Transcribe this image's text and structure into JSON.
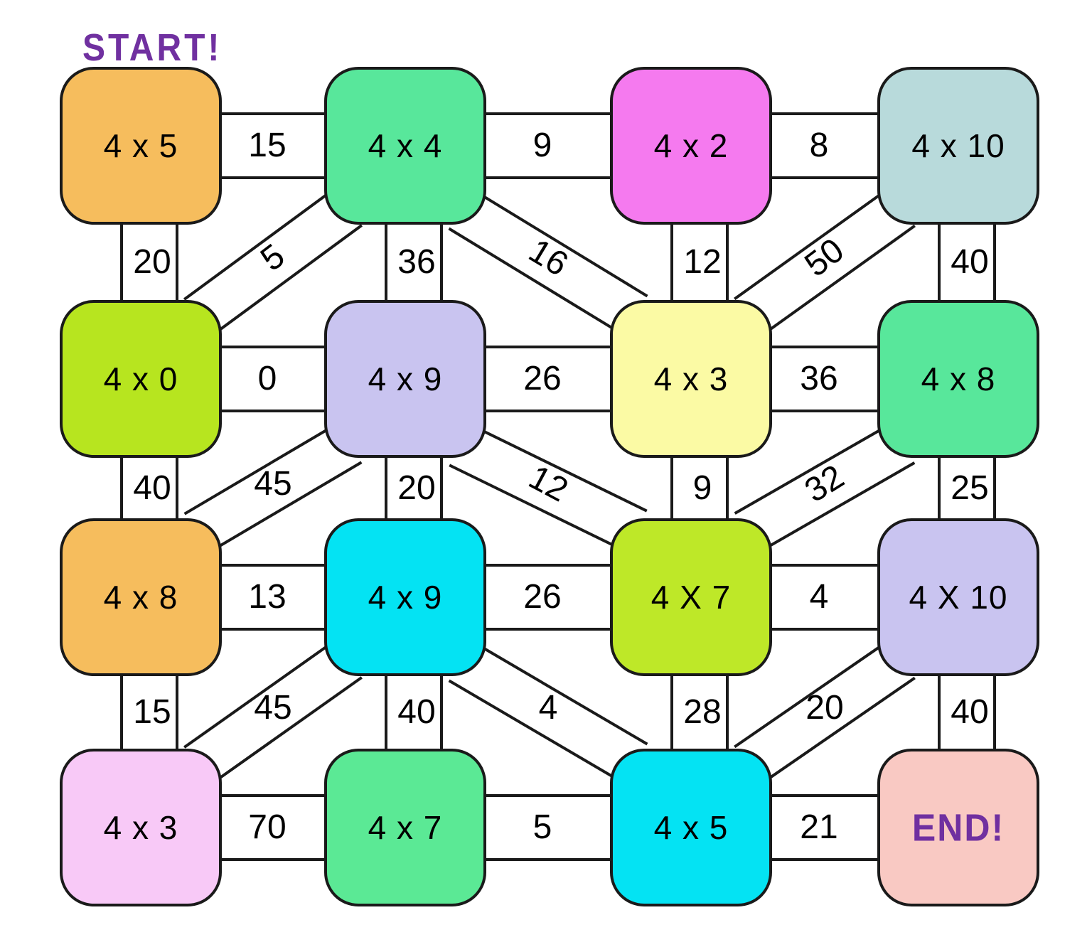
{
  "start_banner": "START!",
  "colors": {
    "line": "#1A1A1A",
    "accent_purple": "#7030A0",
    "background": "#FFFFFF"
  },
  "maze": {
    "boxes": [
      {
        "id": "r1c1",
        "row": 0,
        "col": 0,
        "label": "4 x 5",
        "color": "#F6BD5D"
      },
      {
        "id": "r1c2",
        "row": 0,
        "col": 1,
        "label": "4 x 4",
        "color": "#58E79B"
      },
      {
        "id": "r1c3",
        "row": 0,
        "col": 2,
        "label": "4 x 2",
        "color": "#F57AEF"
      },
      {
        "id": "r1c4",
        "row": 0,
        "col": 3,
        "label": "4 x 10",
        "color": "#B8DADB"
      },
      {
        "id": "r2c1",
        "row": 1,
        "col": 0,
        "label": "4 x 0",
        "color": "#B7E51F"
      },
      {
        "id": "r2c2",
        "row": 1,
        "col": 1,
        "label": "4 x 9",
        "color": "#C9C4F0"
      },
      {
        "id": "r2c3",
        "row": 1,
        "col": 2,
        "label": "4 x 3",
        "color": "#FBFAA4"
      },
      {
        "id": "r2c4",
        "row": 1,
        "col": 3,
        "label": "4 x 8",
        "color": "#58E79B"
      },
      {
        "id": "r3c1",
        "row": 2,
        "col": 0,
        "label": "4 x 8",
        "color": "#F6BD5D"
      },
      {
        "id": "r3c2",
        "row": 2,
        "col": 1,
        "label": "4 x 9",
        "color": "#04E3F3"
      },
      {
        "id": "r3c3",
        "row": 2,
        "col": 2,
        "label": "4 X 7",
        "color": "#BEE828"
      },
      {
        "id": "r3c4",
        "row": 2,
        "col": 3,
        "label": "4 X 10",
        "color": "#C9C4F0"
      },
      {
        "id": "r4c1",
        "row": 3,
        "col": 0,
        "label": "4 x 3",
        "color": "#F8C9F7"
      },
      {
        "id": "r4c2",
        "row": 3,
        "col": 1,
        "label": "4 x 7",
        "color": "#5BE995"
      },
      {
        "id": "r4c3",
        "row": 3,
        "col": 2,
        "label": "4 x 5",
        "color": "#04E3F3"
      },
      {
        "id": "r4c4",
        "row": 3,
        "col": 3,
        "label": "END!",
        "color": "#F9C9C3",
        "end": true
      }
    ],
    "edges": [
      {
        "type": "h",
        "row": 0,
        "cols": [
          0,
          1
        ],
        "label": "15"
      },
      {
        "type": "h",
        "row": 0,
        "cols": [
          1,
          2
        ],
        "label": "9"
      },
      {
        "type": "h",
        "row": 0,
        "cols": [
          2,
          3
        ],
        "label": "8"
      },
      {
        "type": "h",
        "row": 1,
        "cols": [
          0,
          1
        ],
        "label": "0"
      },
      {
        "type": "h",
        "row": 1,
        "cols": [
          1,
          2
        ],
        "label": "26"
      },
      {
        "type": "h",
        "row": 1,
        "cols": [
          2,
          3
        ],
        "label": "36"
      },
      {
        "type": "h",
        "row": 2,
        "cols": [
          0,
          1
        ],
        "label": "13"
      },
      {
        "type": "h",
        "row": 2,
        "cols": [
          1,
          2
        ],
        "label": "26"
      },
      {
        "type": "h",
        "row": 2,
        "cols": [
          2,
          3
        ],
        "label": "4"
      },
      {
        "type": "h",
        "row": 3,
        "cols": [
          0,
          1
        ],
        "label": "70"
      },
      {
        "type": "h",
        "row": 3,
        "cols": [
          1,
          2
        ],
        "label": "5"
      },
      {
        "type": "h",
        "row": 3,
        "cols": [
          2,
          3
        ],
        "label": "21"
      },
      {
        "type": "v",
        "col": 0,
        "rows": [
          0,
          1
        ],
        "label": "20"
      },
      {
        "type": "v",
        "col": 1,
        "rows": [
          0,
          1
        ],
        "label": "36"
      },
      {
        "type": "v",
        "col": 2,
        "rows": [
          0,
          1
        ],
        "label": "12"
      },
      {
        "type": "v",
        "col": 3,
        "rows": [
          0,
          1
        ],
        "label": "40"
      },
      {
        "type": "v",
        "col": 0,
        "rows": [
          1,
          2
        ],
        "label": "40"
      },
      {
        "type": "v",
        "col": 1,
        "rows": [
          1,
          2
        ],
        "label": "20"
      },
      {
        "type": "v",
        "col": 2,
        "rows": [
          1,
          2
        ],
        "label": "9"
      },
      {
        "type": "v",
        "col": 3,
        "rows": [
          1,
          2
        ],
        "label": "25"
      },
      {
        "type": "v",
        "col": 0,
        "rows": [
          2,
          3
        ],
        "label": "15"
      },
      {
        "type": "v",
        "col": 1,
        "rows": [
          2,
          3
        ],
        "label": "40"
      },
      {
        "type": "v",
        "col": 2,
        "rows": [
          2,
          3
        ],
        "label": "28"
      },
      {
        "type": "v",
        "col": 3,
        "rows": [
          2,
          3
        ],
        "label": "40"
      },
      {
        "type": "d",
        "from": [
          0,
          1
        ],
        "to": [
          1,
          0
        ],
        "label": "5",
        "rot": -37
      },
      {
        "type": "d",
        "from": [
          0,
          1
        ],
        "to": [
          1,
          2
        ],
        "label": "16",
        "rot": 31
      },
      {
        "type": "d",
        "from": [
          0,
          3
        ],
        "to": [
          1,
          2
        ],
        "label": "50",
        "rot": -37
      },
      {
        "type": "d",
        "from": [
          1,
          1
        ],
        "to": [
          2,
          0
        ],
        "label": "45",
        "rot": 0
      },
      {
        "type": "d",
        "from": [
          1,
          1
        ],
        "to": [
          2,
          2
        ],
        "label": "12",
        "rot": 28
      },
      {
        "type": "d",
        "from": [
          1,
          3
        ],
        "to": [
          2,
          2
        ],
        "label": "32",
        "rot": -32
      },
      {
        "type": "d",
        "from": [
          2,
          1
        ],
        "to": [
          3,
          0
        ],
        "label": "45",
        "rot": 0
      },
      {
        "type": "d",
        "from": [
          2,
          1
        ],
        "to": [
          3,
          2
        ],
        "label": "4",
        "rot": 0
      },
      {
        "type": "d",
        "from": [
          2,
          3
        ],
        "to": [
          3,
          2
        ],
        "label": "20",
        "rot": 0
      }
    ]
  }
}
